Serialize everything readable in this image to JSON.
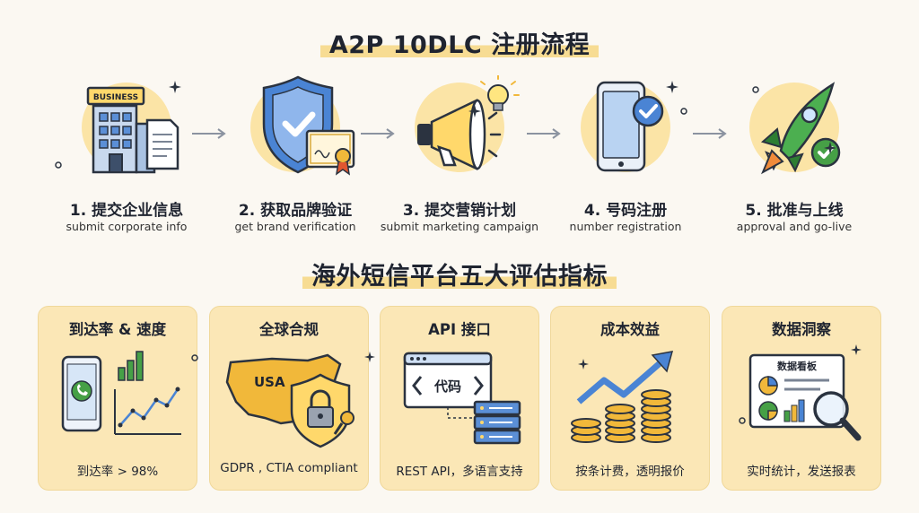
{
  "title": "A2P 10DLC 注册流程",
  "steps": [
    {
      "label": "1. 提交企业信息",
      "sub": "submit corporate info",
      "icon": "business-building-icon",
      "badge": "BUSINESS"
    },
    {
      "label": "2. 获取品牌验证",
      "sub": "get brand verification",
      "icon": "shield-check-icon"
    },
    {
      "label": "3. 提交营销计划",
      "sub": "submit marketing campaign",
      "icon": "megaphone-icon"
    },
    {
      "label": "4. 号码注册",
      "sub": "number registration",
      "icon": "phone-check-icon"
    },
    {
      "label": "5. 批准与上线",
      "sub": "approval and go-live",
      "icon": "rocket-icon"
    }
  ],
  "section2_title": "海外短信平台五大评估指标",
  "cards": [
    {
      "title": "到达率 & 速度",
      "foot": "到达率 > 98%",
      "icon": "phone-chart-icon"
    },
    {
      "title": "全球合规",
      "foot": "GDPR , CTIA compliant",
      "icon": "usa-map-lock-icon",
      "map_label": "USA"
    },
    {
      "title": "API 接口",
      "foot": "REST API，多语言支持",
      "icon": "api-code-server-icon",
      "code_label": "代码"
    },
    {
      "title": "成本效益",
      "foot": "按条计费，透明报价",
      "icon": "coins-growth-icon"
    },
    {
      "title": "数据洞察",
      "foot": "实时统计，发送报表",
      "icon": "dashboard-magnifier-icon",
      "board_label": "数据看板"
    }
  ],
  "colors": {
    "background": "#fbf8f2",
    "accent_yellow": "#fbe4a6",
    "card_bg": "#fbe7b6",
    "blue": "#4a84d4",
    "green": "#46a046",
    "dark": "#1f2430"
  }
}
